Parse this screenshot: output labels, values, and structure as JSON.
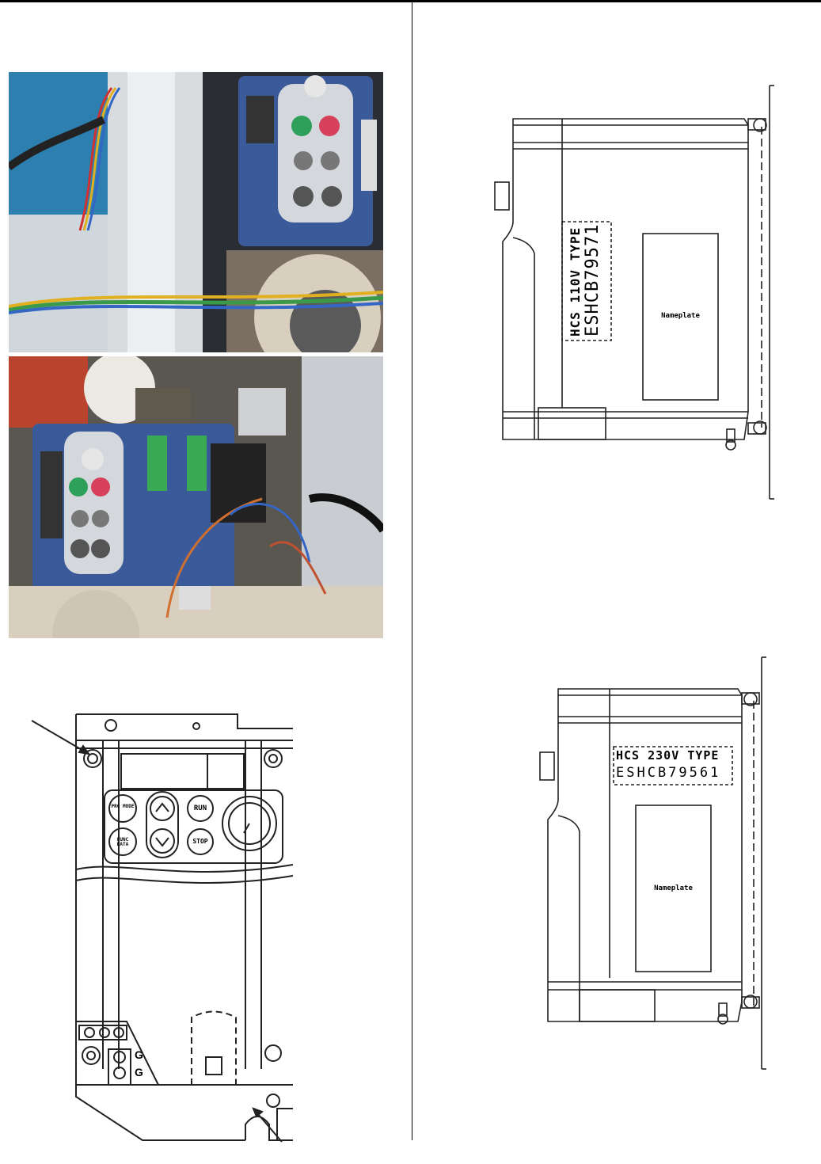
{
  "drawing_110v": {
    "label_line1": "HCS 110V TYPE",
    "label_line2": "ESHCB79571",
    "nameplate": "Nameplate"
  },
  "drawing_230v": {
    "label_line1": "HCS 230V TYPE",
    "label_line2": "ESHCB79561",
    "nameplate": "Nameplate"
  },
  "keypad": {
    "btn_prg": "PRG MODE",
    "btn_func": "FUNC DATA",
    "btn_run": "RUN",
    "btn_stop": "STOP",
    "ground_1": "G",
    "ground_2": "G"
  },
  "colors": {
    "drive_blue": "#3a5a9a",
    "photo_bg_blue": "#2d7fb0",
    "line": "#222222"
  },
  "icons": [
    "arrow-icon",
    "up-arrow-icon",
    "down-arrow-icon",
    "knob-icon"
  ]
}
